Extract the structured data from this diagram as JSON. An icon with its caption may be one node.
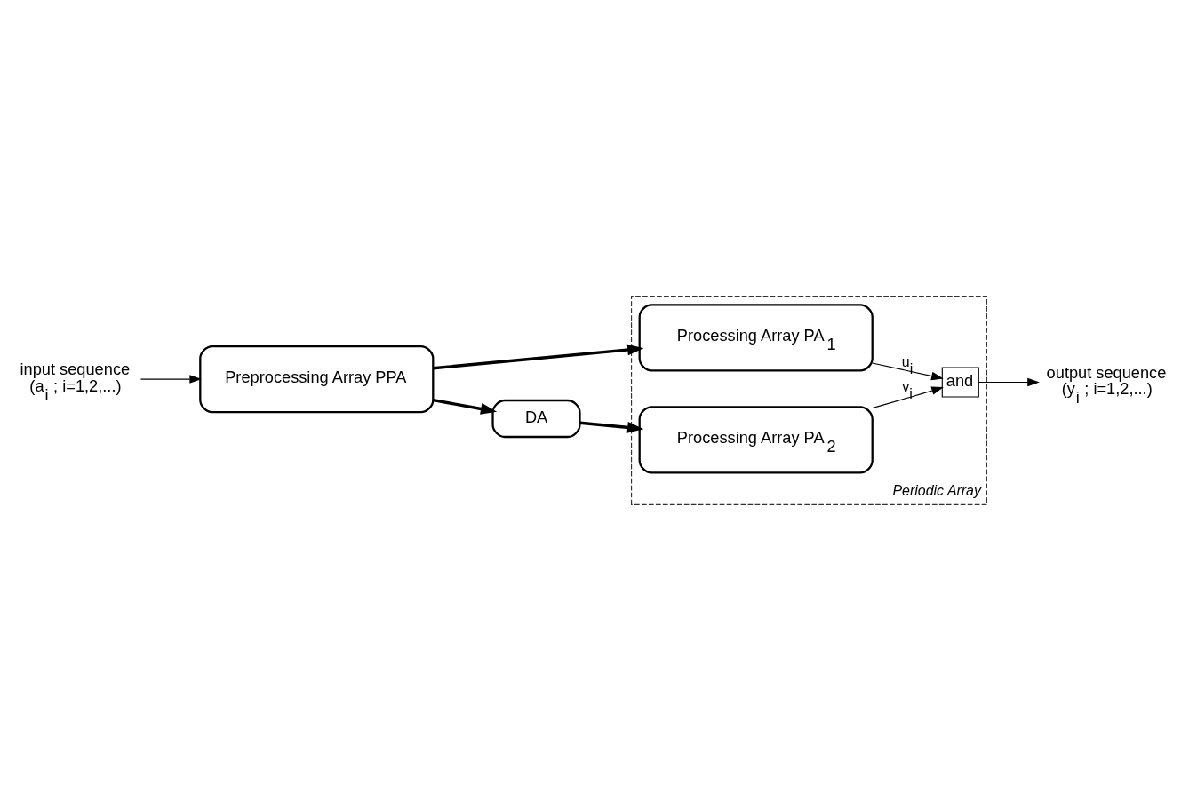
{
  "diagram": {
    "nodes": [
      {
        "text": [
          "input sequence",
          "(a$_{i}$ ; i=1,2,...)"
        ]
      },
      {
        "text": [
          "Preprocessing Array PPA"
        ]
      },
      {
        "text": [
          "Periodic Array"
        ]
      },
      {
        "text": [
          "Processing Array PA$_{1}$"
        ],
        "in": 2
      },
      {
        "text": [
          "output sequence",
          "(y$_{i}$ ; i=1,2,...)"
        ]
      },
      {
        "text": [
          "and"
        ],
        "in": 2
      },
      {
        "text": [
          "DA"
        ]
      },
      {
        "text": [
          "Processing Array PA$_{2}$"
        ],
        "in": 2
      }
    ],
    "edges": [
      {
        "from": 0,
        "to": 1,
        "arrow": "to"
      },
      {
        "from": 1,
        "to": 3,
        "arrow": "to",
        "style": "thick"
      },
      {
        "from": 1,
        "to": 6,
        "arrow": "to",
        "style": "thick"
      },
      {
        "from": 6,
        "to": 7,
        "arrow": "to",
        "style": "thick"
      },
      {
        "from": 3,
        "to": 5,
        "arrow": "to",
        "label": "u$_{i}$"
      },
      {
        "from": 7,
        "to": 5,
        "arrow": "to",
        "label": "v$_{i}$"
      },
      {
        "from": 5,
        "to": 4,
        "arrow": "to"
      }
    ]
  }
}
